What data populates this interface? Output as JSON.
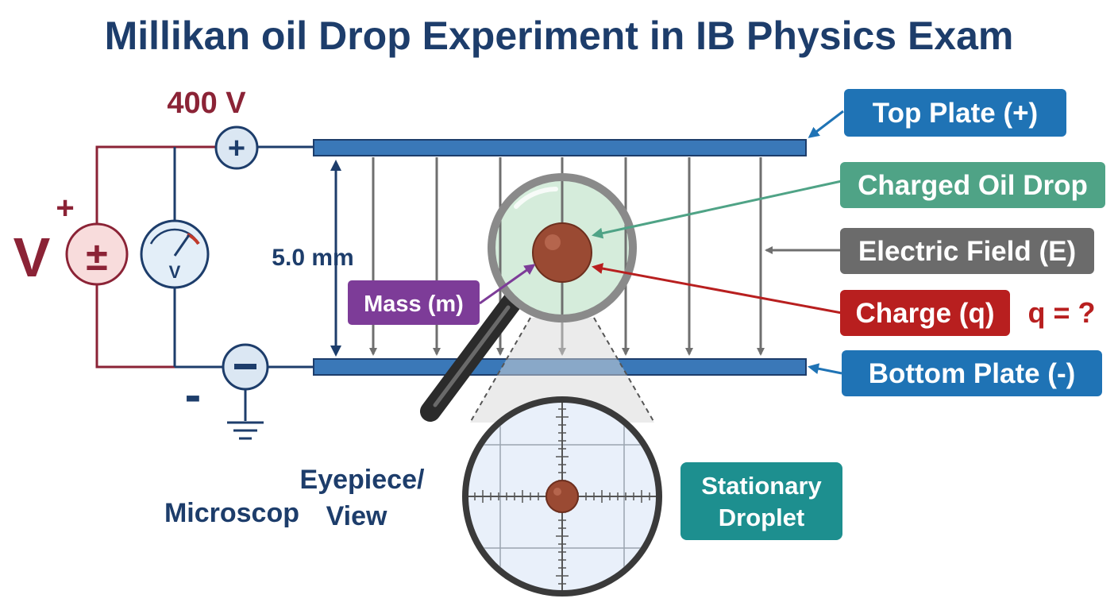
{
  "title": "Millikan oil Drop Experiment in IB Physics Exam",
  "voltage": "400 V",
  "source_label": "V",
  "plus_sign": "+",
  "minus_sign": "-",
  "source_symbol": "±",
  "meter_symbol": "V",
  "separation": "5.0 mm",
  "labels": {
    "top_plate": "Top Plate (+)",
    "oil_drop": "Charged Oil Drop",
    "field": "Electric Field (E)",
    "charge": "Charge (q)",
    "charge_question": "q = ?",
    "bottom_plate": "Bottom Plate (-)",
    "mass": "Mass (m)",
    "eyepiece_line1": "Eyepiece/",
    "eyepiece_line2": "Microscop",
    "eyepiece_line3": "View",
    "stationary_line1": "Stationary",
    "stationary_line2": "Droplet"
  },
  "colors": {
    "title": "#1d3d6b",
    "plate": "#3a78b8",
    "circuit": "#8b2336",
    "navy": "#1d3d6b",
    "plate_label": "#1f73b5",
    "oil_label": "#4fa386",
    "field_label": "#6b6b6b",
    "charge_label": "#b81f1f",
    "mass_label": "#7d3c98",
    "stationary_label": "#1d8f8f",
    "droplet": "#9a4a33"
  }
}
